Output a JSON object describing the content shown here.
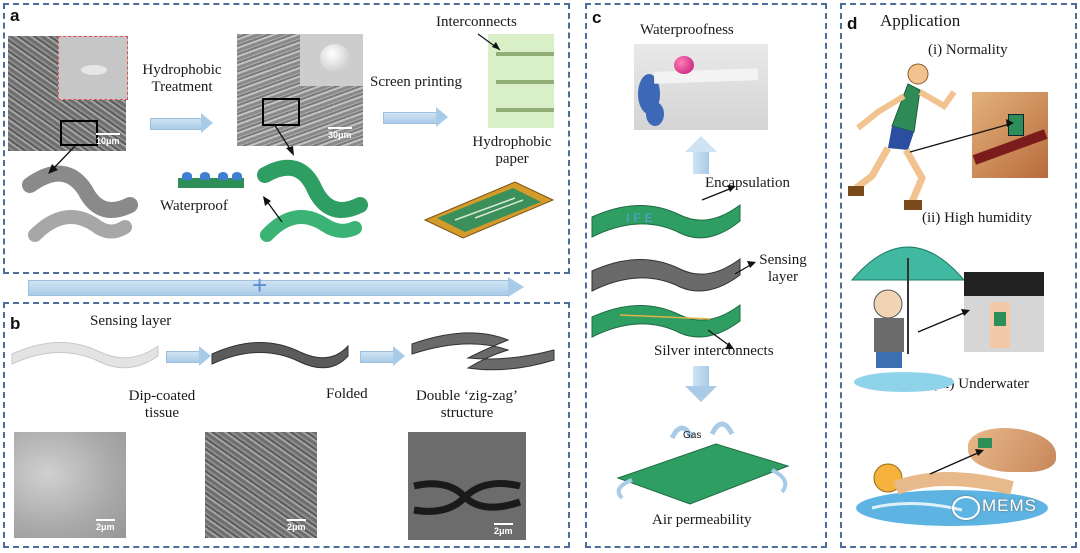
{
  "panel_a": {
    "label": "a",
    "hydrophobic_treatment": "Hydrophobic\nTreatment",
    "screen_printing": "Screen printing",
    "interconnects": "Interconnects",
    "hydrophobic_paper": "Hydrophobic\npaper",
    "waterproof": "Waterproof",
    "scale_1": "10μm",
    "scale_2": "30μm"
  },
  "divider_plus": "+",
  "panel_b": {
    "label": "b",
    "sensing_layer": "Sensing layer",
    "dip_coated": "Dip-coated\ntissue",
    "folded": "Folded",
    "double_zigzag": "Double ‘zig-zag’\nstructure",
    "scale_1": "2μm",
    "scale_2": "2μm",
    "scale_3": "2μm"
  },
  "panel_c": {
    "label": "c",
    "waterproofness": "Waterproofness",
    "encapsulation": "Encapsulation",
    "sensing_layer": "Sensing\nlayer",
    "silver_interconnects": "Silver interconnects",
    "gas": "Gas",
    "air_permeability": "Air permeability",
    "ife": "IFE"
  },
  "panel_d": {
    "label": "d",
    "title": "Application",
    "case_1": "(i) Normality",
    "case_2": "(ii) High humidity",
    "case_3": "(iii) Underwater"
  },
  "watermark": "MEMS",
  "colors": {
    "dashed_border": "#4d6d9a",
    "arrow_blue": "#a9cbe8",
    "device_green": "#2f9e63",
    "sem_gray": "#8d8d8d"
  }
}
